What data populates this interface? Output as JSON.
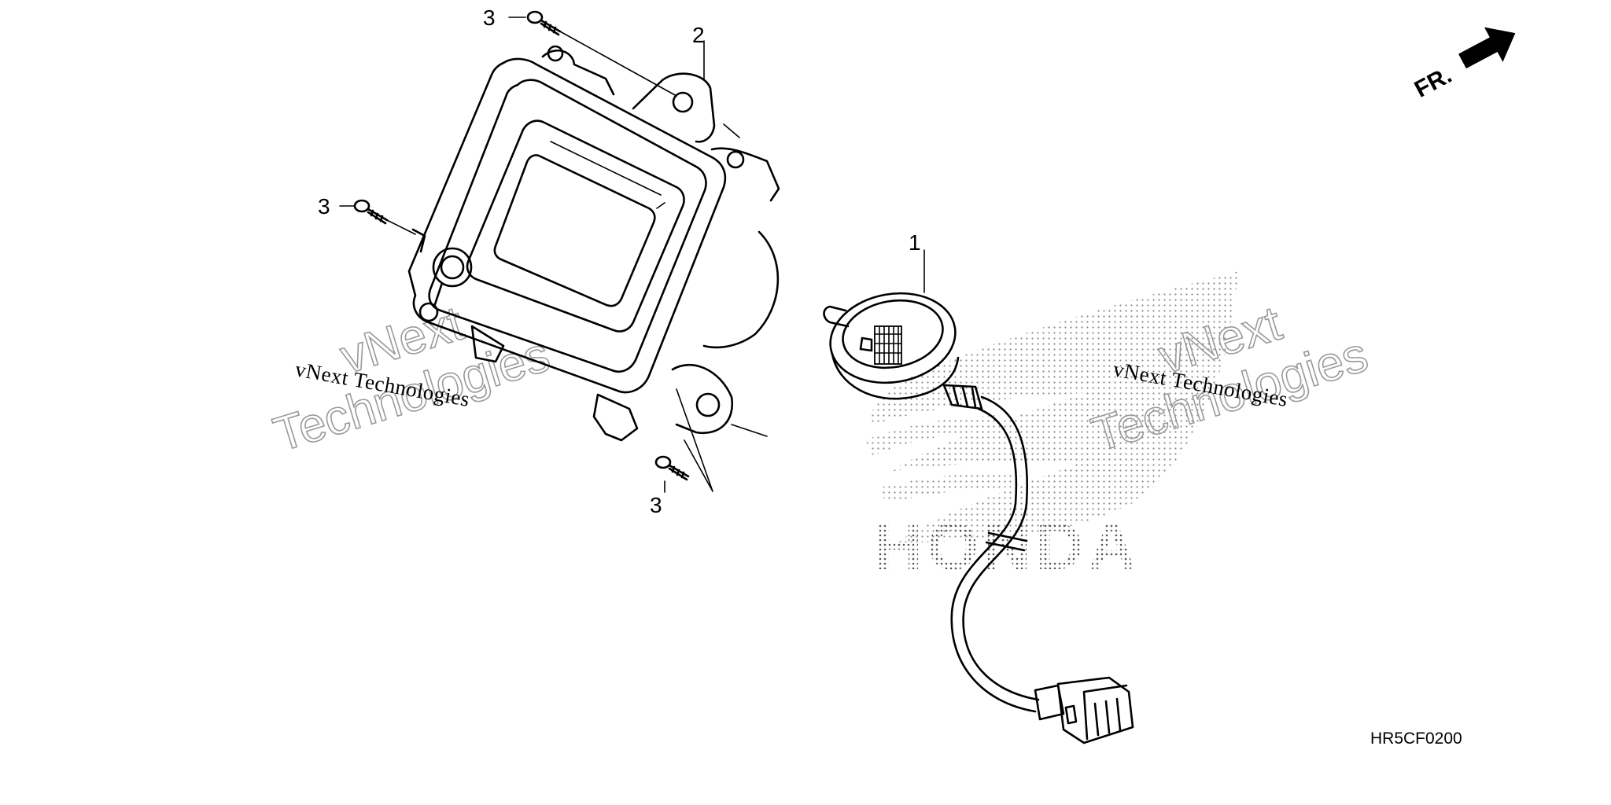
{
  "callouts": {
    "part_1": "1",
    "part_2": "2",
    "screw_top": "3",
    "screw_left": "3",
    "screw_bottom": "3"
  },
  "direction_label": "FR.",
  "diagram_code": "HR5CF0200",
  "watermark": {
    "small_text": "vNext Technologies",
    "big_line_1": "vNext",
    "big_line_2": "Technologies",
    "logo_text": "HONDA"
  },
  "colors": {
    "line": "#000000",
    "watermark_outline": "#9a9a9a",
    "logo_dots": "#555555"
  }
}
